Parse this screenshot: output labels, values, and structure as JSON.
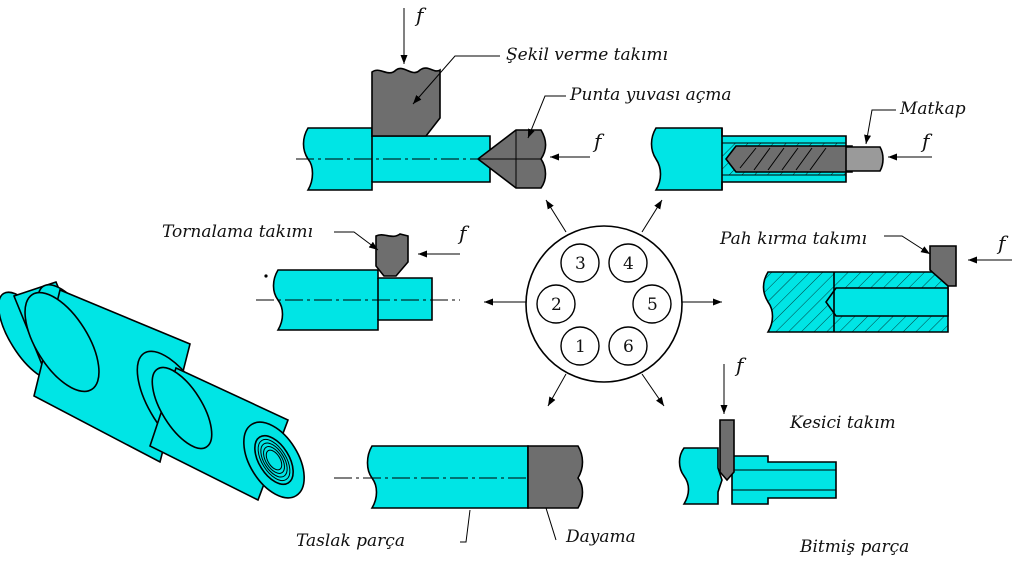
{
  "labels": {
    "sekil_verme": "Şekil verme takımı",
    "punta_yuvasi": "Punta yuvası açma",
    "matkap": "Matkap",
    "tornalama": "Tornalama takımı",
    "pah_kirma": "Pah kırma takımı",
    "kesici": "Kesici takım",
    "taslak": "Taslak parça",
    "dayama": "Dayama",
    "bitmis": "Bitmiş parça"
  },
  "feed_symbol": "f",
  "turret_positions": [
    "1",
    "2",
    "3",
    "4",
    "5",
    "6"
  ],
  "colors": {
    "part": "#00e5e5",
    "tool": "#6e6e6e",
    "line": "#000000"
  }
}
